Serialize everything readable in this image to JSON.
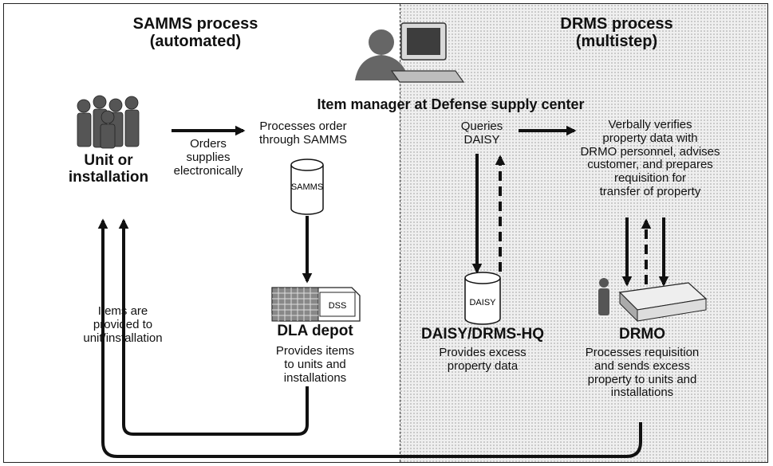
{
  "samms_title": "SAMMS process\n(automated)",
  "drms_title": "DRMS process\n(multistep)",
  "item_manager": "Item manager at Defense supply center",
  "unit": "Unit or\ninstallation",
  "orders": "Orders\nsupplies\nelectronically",
  "processes_order": "Processes order\nthrough SAMMS",
  "samms_db": "SAMMS",
  "dla_depot": "DLA depot",
  "dss": "DSS",
  "dla_desc": "Provides items\nto units and\ninstallations",
  "items_provided": "Items are\nprovided to\nunit/installation",
  "queries": "Queries\nDAISY",
  "verbally": "Verbally verifies\nproperty data with\nDRMO personnel, advises\ncustomer, and prepares\nrequisition for\ntransfer of property",
  "daisy_db": "DAISY",
  "daisy_hq": "DAISY/DRMS-HQ",
  "daisy_desc": "Provides excess\nproperty data",
  "drmo": "DRMO",
  "drmo_desc": "Processes requisition\nand sends excess\nproperty to units and\ninstallations"
}
